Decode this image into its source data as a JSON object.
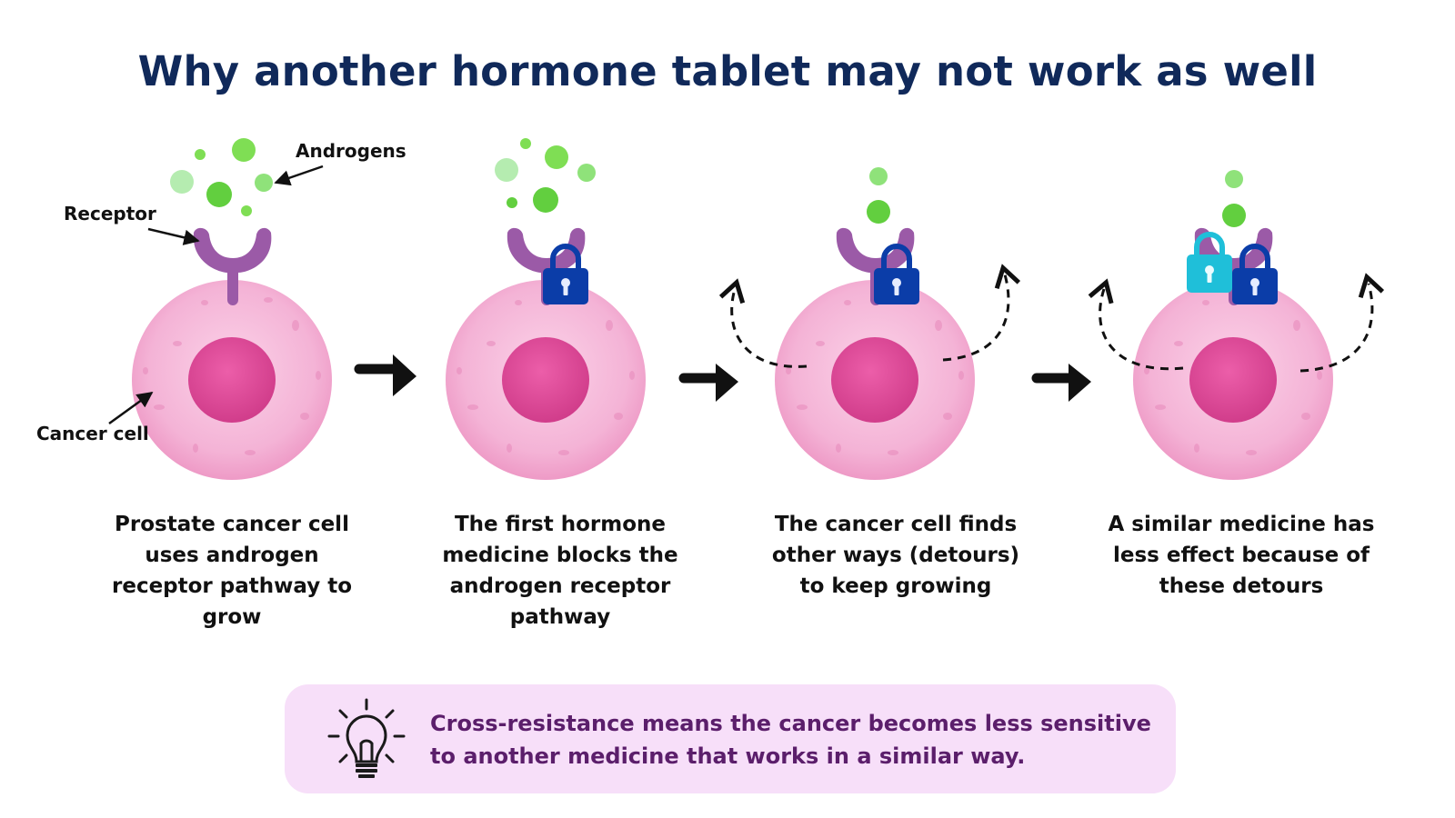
{
  "title": "Why another hormone tablet may not work as well",
  "labels": {
    "androgens": "Androgens",
    "receptor": "Receptor",
    "cancer_cell": "Cancer cell"
  },
  "steps": [
    {
      "caption": "Prostate cancer cell uses androgen receptor pathway to grow"
    },
    {
      "caption": "The first hormone medicine blocks the androgen receptor pathway"
    },
    {
      "caption": "The cancer cell finds other ways (detours) to keep growing"
    },
    {
      "caption": "A similar medicine has less effect because of these detours"
    }
  ],
  "callout": {
    "text": "Cross-resistance means the cancer becomes less sensitive to another medicine that works in a similar way.",
    "icon": "lightbulb-icon"
  },
  "colors": {
    "title": "#10295a",
    "cell": "#f2a9cf",
    "nucleus": "#dd4a97",
    "receptor": "#9b5aa7",
    "androgen": "#7fde54",
    "lock_dark": "#0b3da8",
    "lock_light": "#1fbfd9",
    "callout_bg": "#f7dff9",
    "callout_text": "#5b1e6b"
  }
}
